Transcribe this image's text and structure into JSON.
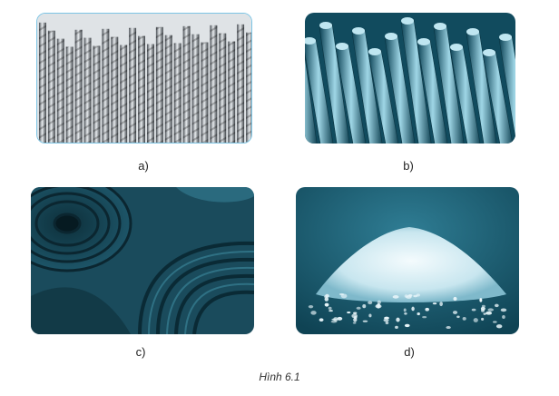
{
  "captions": {
    "a": "a)",
    "b": "b)",
    "c": "c)",
    "d": "d)"
  },
  "figure_caption": "Hình 6.1",
  "images": {
    "a": "steel-rebar-photo",
    "b": "metal-rods-photo",
    "c": "rubber-rolls-photo",
    "d": "plastic-granules-photo"
  },
  "colors": {
    "tint": "#1f6f87",
    "frame": "#7cc4e4"
  }
}
